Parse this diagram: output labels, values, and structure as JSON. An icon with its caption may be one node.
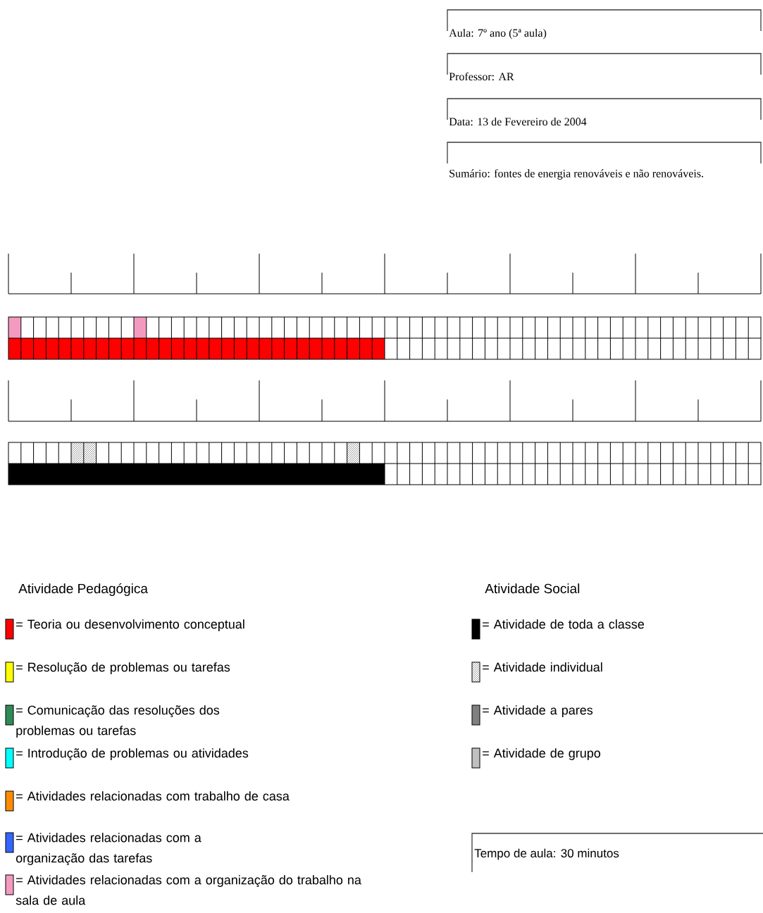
{
  "diagram": {
    "nodes": [
      {
        "text": [
          "Aula: 7º ano (5ª aula)"
        ]
      },
      {
        "text": [
          "Professor: AR"
        ]
      },
      {
        "text": [
          "Data: 13 de Fevereiro de 2004"
        ]
      },
      {
        "text": [
          "Sumário: fontes de energia renováveis e não renováveis."
        ]
      },
      {
        "text": [
          "Tempo de aula: 30 minutos"
        ]
      }
    ],
    "labels": [
      "Atividade Pedagógica",
      "Atividade Social"
    ],
    "legend": [
      {
        "text": "= Teoria ou desenvolvimento conceptual",
        "color": "#ff0000"
      },
      {
        "text": "= Resolução de problemas ou tarefas",
        "color": "#ffff00"
      },
      {
        "text": "= Comunicação das resoluções dos problemas ou tarefas",
        "color": "#2e8b57"
      },
      {
        "text": "= Introdução de problemas ou atividades",
        "color": "#00ffff"
      },
      {
        "text": "= Atividades relacionadas com trabalho de casa",
        "color": "#ff8c00"
      },
      {
        "text": "= Atividades relacionadas com a organização das tarefas",
        "color": "#3366ff"
      },
      {
        "text": "= Atividades relacionadas com a organização do trabalho na sala de aula",
        "color": "#f49ac1"
      },
      {
        "text": "= Atividade de toda a classe",
        "color": "#000000"
      },
      {
        "text": "= Atividade individual"
      },
      {
        "text": "= Atividade a pares",
        "color": "#808080"
      },
      {
        "text": "= Atividade de grupo",
        "color": "#c0c0c0"
      }
    ]
  }
}
